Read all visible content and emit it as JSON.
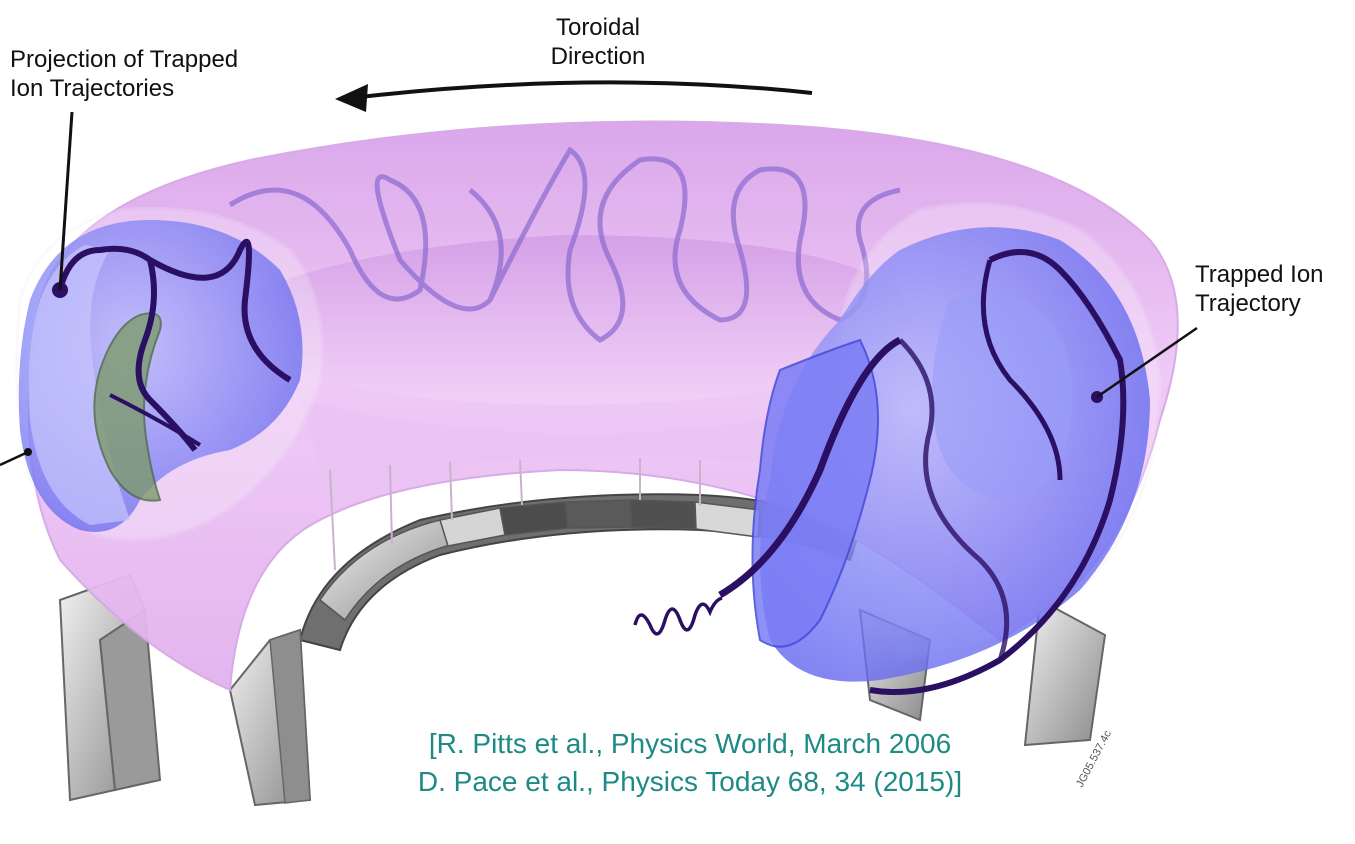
{
  "labels": {
    "toroidal_line1": "Toroidal",
    "toroidal_line2": "Direction",
    "projection_line1": "Projection of Trapped",
    "projection_line2": "Ion Trajectories",
    "trapped_line1": "Trapped Ion",
    "trapped_line2": "Trajectory",
    "figure_tag": "JG05.537.4c"
  },
  "citation": {
    "line1": "[R. Pitts et al., Physics World, March 2006",
    "line2": "D. Pace et al., Physics Today 68, 34 (2015)]"
  },
  "colors": {
    "plasma_torus": "#e7b9f1",
    "flux_surface": "#6a6df2",
    "trajectory": "#2a0f63",
    "trapped_region": "#7c9a6c",
    "coils": "#8a8a8a",
    "citation_text": "#1e8a86"
  }
}
